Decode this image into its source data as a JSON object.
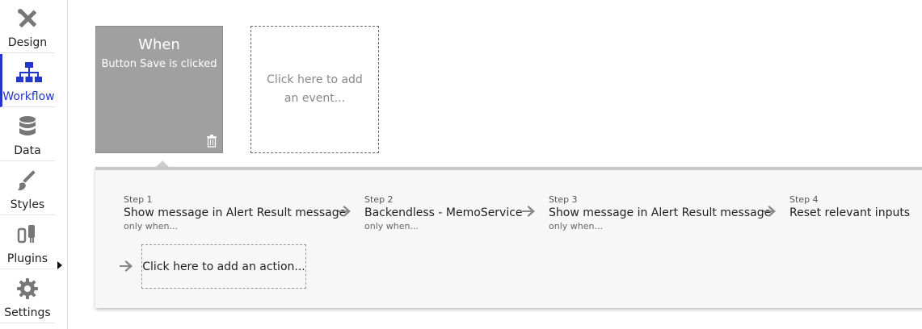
{
  "sidebar": {
    "items": [
      {
        "label": "Design",
        "icon": "design-tools-icon"
      },
      {
        "label": "Workflow",
        "icon": "workflow-tree-icon",
        "active": true
      },
      {
        "label": "Data",
        "icon": "database-icon"
      },
      {
        "label": "Styles",
        "icon": "paintbrush-icon"
      },
      {
        "label": "Plugins",
        "icon": "plugin-icon"
      },
      {
        "label": "Settings",
        "icon": "gear-icon"
      }
    ]
  },
  "event": {
    "title": "When",
    "subtitle": "Button Save is clicked"
  },
  "add_event": {
    "label": "Click here to add an event..."
  },
  "steps": [
    {
      "number": "Step 1",
      "name": "Show message in Alert Result message",
      "condition": "only when..."
    },
    {
      "number": "Step 2",
      "name": "Backendless - MemoService",
      "condition": "only when..."
    },
    {
      "number": "Step 3",
      "name": "Show message in Alert Result message",
      "condition": "only when..."
    },
    {
      "number": "Step 4",
      "name": "Reset relevant inputs",
      "condition": ""
    }
  ],
  "add_action": {
    "label": "Click here to add an action..."
  },
  "colors": {
    "accent": "#2236c9",
    "event_card": "#a0a0a0",
    "icon_gray": "#777777"
  }
}
